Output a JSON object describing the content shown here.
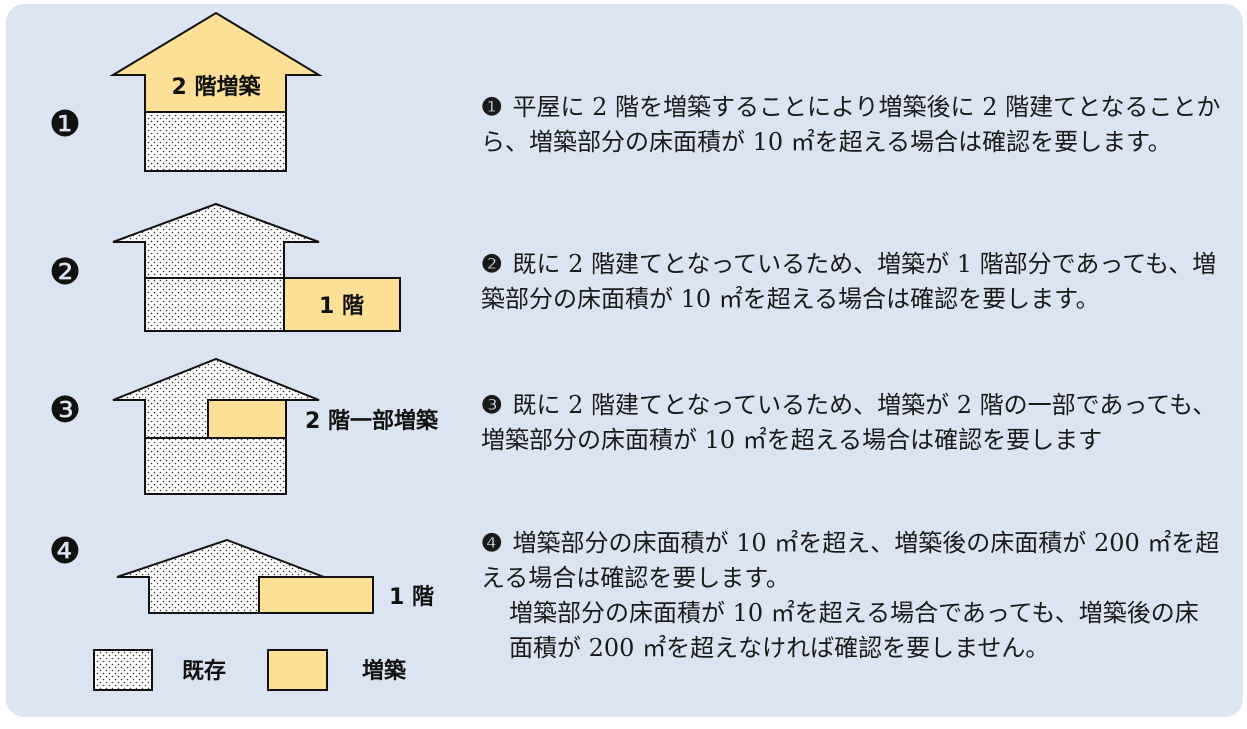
{
  "diagram": {
    "case1": {
      "number": "❶",
      "label": "2 階増築"
    },
    "case2": {
      "number": "❷",
      "label": "1 階"
    },
    "case3": {
      "number": "❸",
      "label": "2 階一部増築"
    },
    "case4": {
      "number": "❹",
      "label": "1 階"
    },
    "legend": {
      "existing": "既存",
      "extension": "増築"
    }
  },
  "colors": {
    "panel_background": "#dbe4f2",
    "extension_fill": "#fddf96",
    "existing_fill": "#ffffff"
  },
  "text": {
    "p1": {
      "number": "❶",
      "text": "平屋に 2 階を増築することにより増築後に 2 階建てとなることから、増築部分の床面積が 10 ㎡を超える場合は確認を要します。"
    },
    "p2": {
      "number": "❷",
      "text": "既に 2 階建てとなっているため、増築が 1 階部分であっても、増築部分の床面積が 10 ㎡を超える場合は確認を要します。"
    },
    "p3": {
      "number": "❸",
      "text": "既に 2 階建てとなっているため、増築が 2 階の一部であっても、増築部分の床面積が 10 ㎡を超える場合は確認を要します"
    },
    "p4": {
      "number": "❹",
      "text": "増築部分の床面積が 10 ㎡を超え、増築後の床面積が 200 ㎡を超える場合は確認を要します。",
      "text2": "増築部分の床面積が 10 ㎡を超える場合であっても、増築後の床面積が 200 ㎡を超えなければ確認を要しません。"
    }
  }
}
